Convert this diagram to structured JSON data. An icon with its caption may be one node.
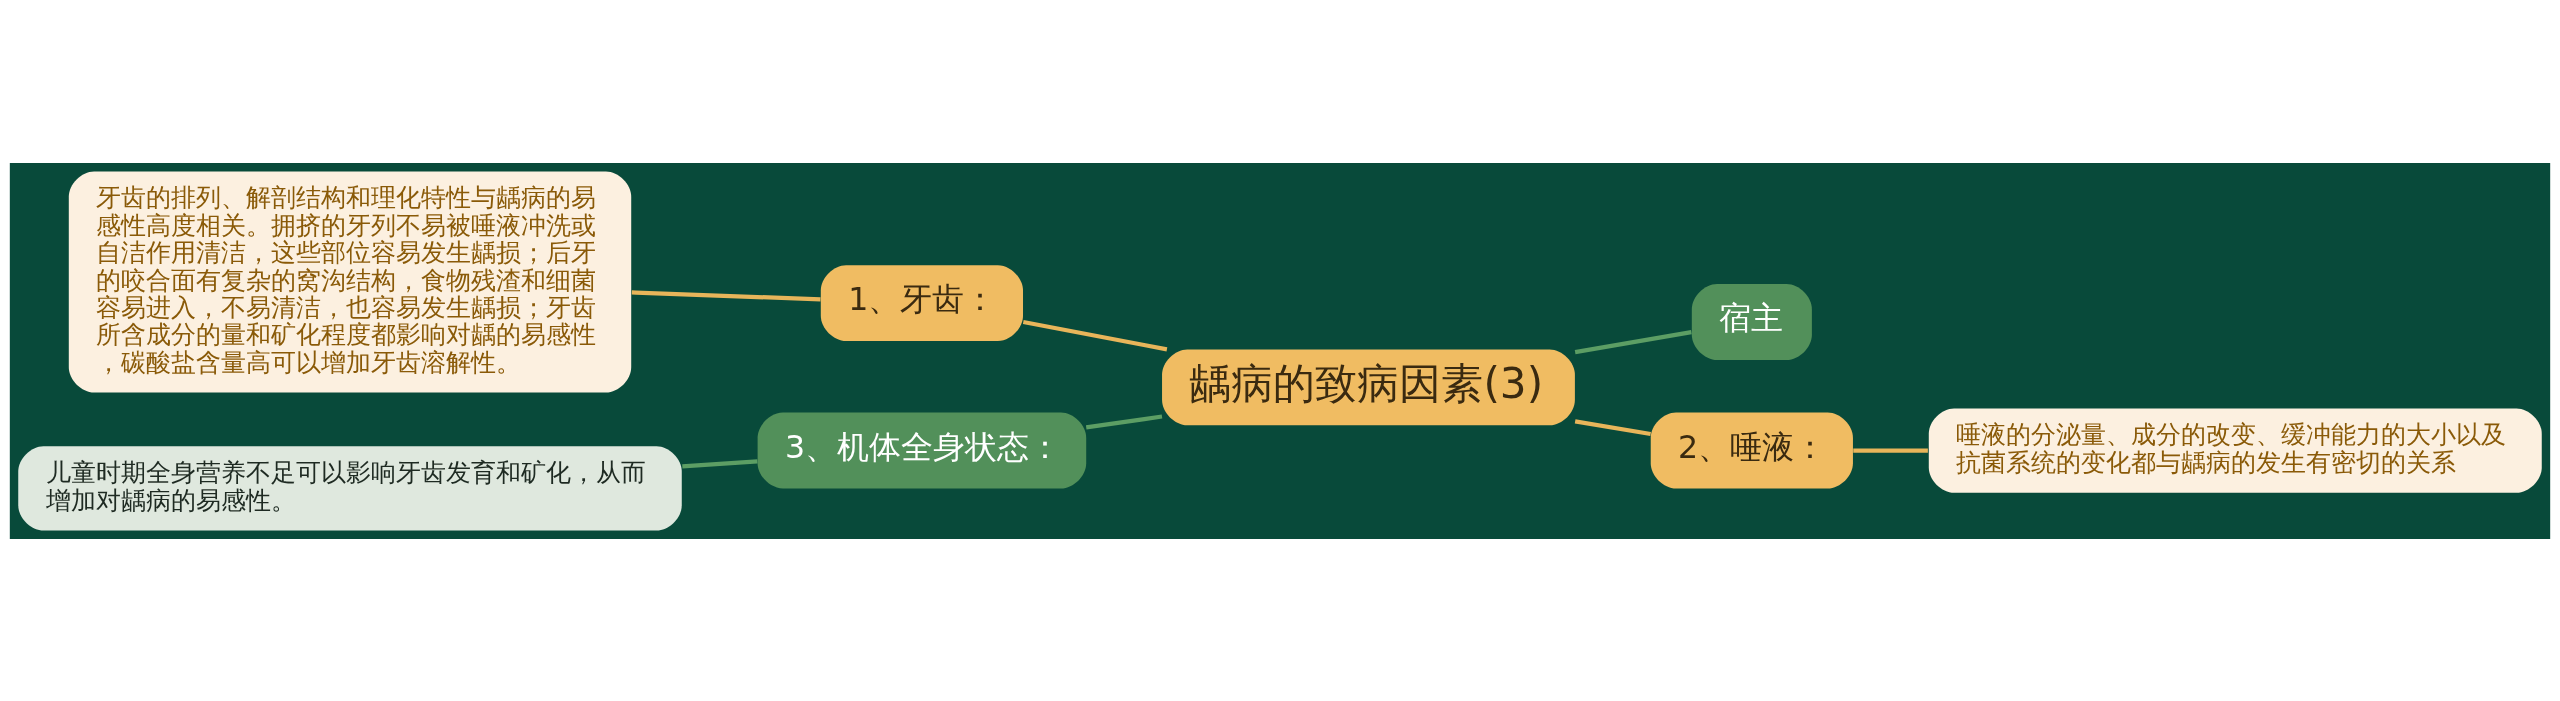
{
  "diagram": {
    "nodes": [
      {
        "text": [
          "龋病的致病因素(3)"
        ]
      },
      {
        "text": [
          "1、牙齿："
        ]
      },
      {
        "text": [
          "牙齿的排列、解剖结构和理化特性与龋病的易感性高度相关。拥挤的牙列不易被唾液冲洗或自洁作用清洁，这些部位容易发生龋损；后牙的咬合面有复杂的窝沟结构，食物残渣和细菌容易进入，不易清洁，也容易发生龋损；牙齿所含成分的量和矿化程度都影响对龋的易感性，碳酸盐含量高可以增加牙齿溶解性。"
        ]
      },
      {
        "text": [
          "宿主"
        ]
      },
      {
        "text": [
          "2、唾液："
        ]
      },
      {
        "text": [
          "唾液的分泌量、成分的改变、缓冲能力的大小以及抗菌系统的变化都与龋病的发生有密切的关系"
        ]
      },
      {
        "text": [
          "3、机体全身状态："
        ]
      },
      {
        "text": [
          "儿童时期全身营养不足可以影响牙齿发育和矿化，从而增加对龋病的易感性。"
        ]
      }
    ],
    "edges": [
      {
        "from": 0,
        "to": 1,
        "arrow": "none"
      },
      {
        "from": 1,
        "to": 2,
        "arrow": "none"
      },
      {
        "from": 0,
        "to": 3,
        "arrow": "none",
        "color": "#5c9e64"
      },
      {
        "from": 0,
        "to": 4,
        "arrow": "none"
      },
      {
        "from": 4,
        "to": 5,
        "arrow": "none"
      },
      {
        "from": 0,
        "to": 6,
        "arrow": "none",
        "color": "#5c9e64"
      },
      {
        "from": 6,
        "to": 7,
        "arrow": "none",
        "color": "#5c9e64"
      }
    ]
  }
}
